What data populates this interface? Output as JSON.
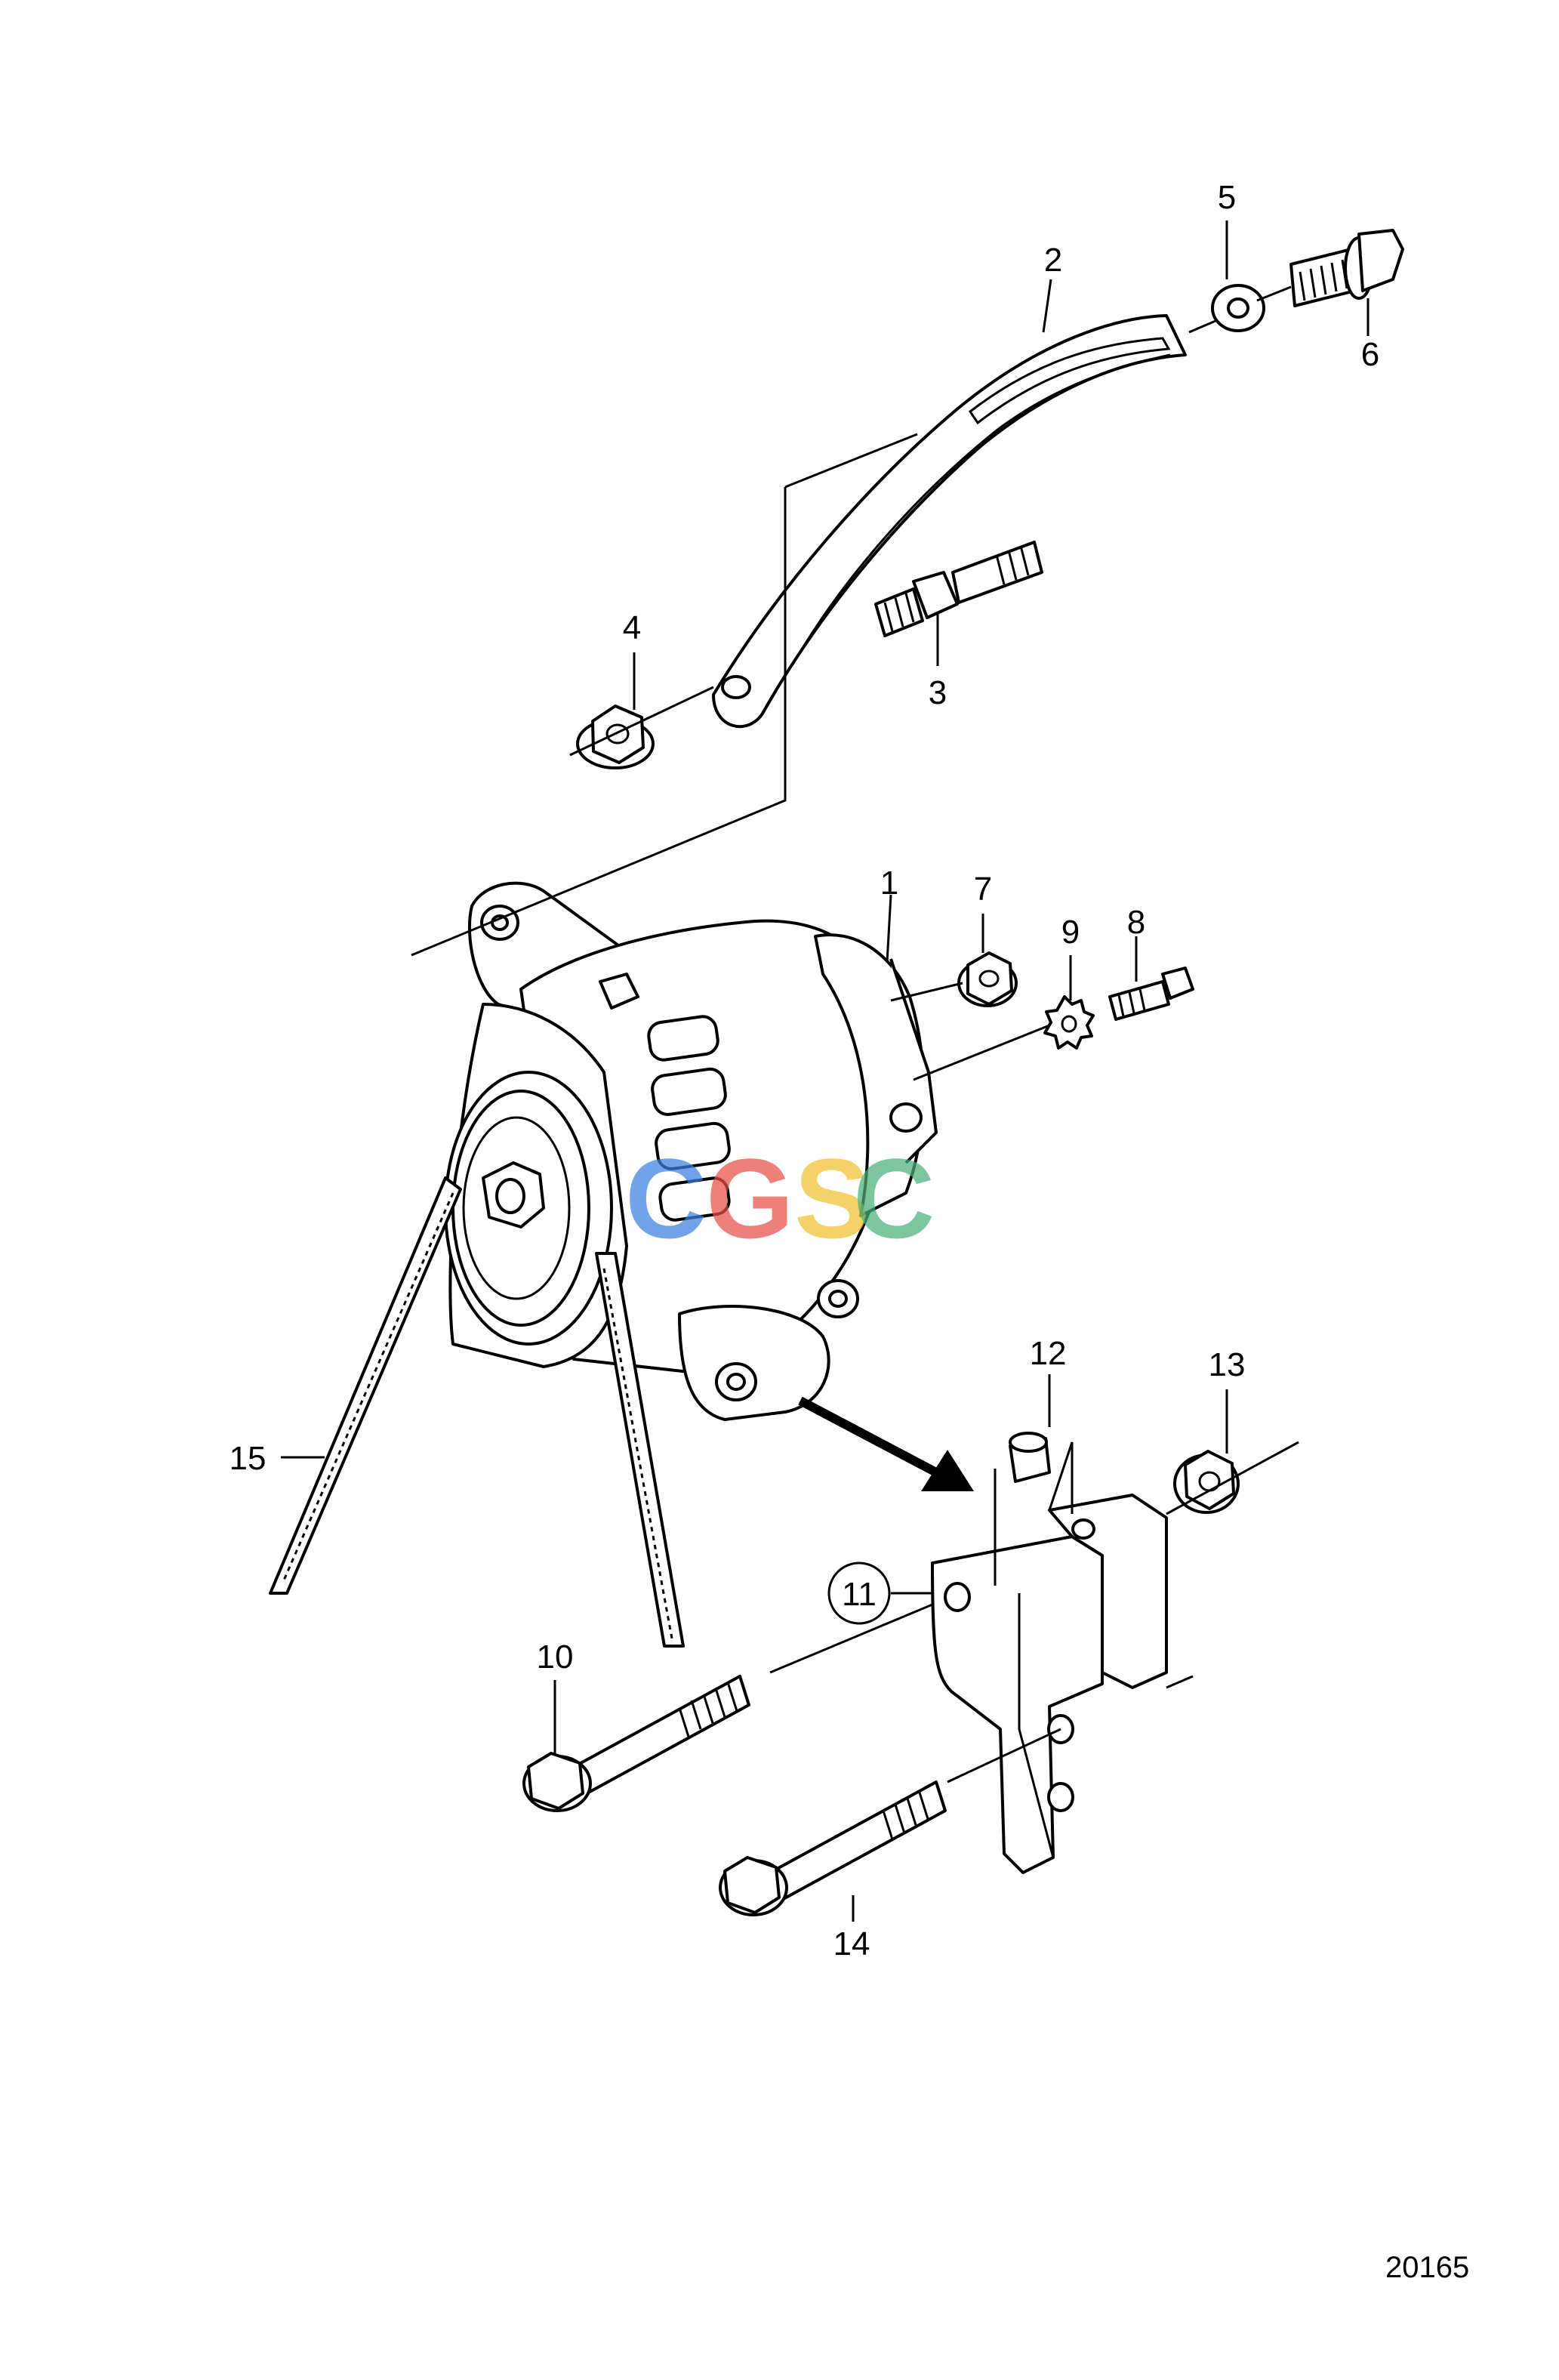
{
  "callouts": [
    {
      "id": "1",
      "label": "1"
    },
    {
      "id": "2",
      "label": "2"
    },
    {
      "id": "3",
      "label": "3"
    },
    {
      "id": "4",
      "label": "4"
    },
    {
      "id": "5",
      "label": "5"
    },
    {
      "id": "6",
      "label": "6"
    },
    {
      "id": "7",
      "label": "7"
    },
    {
      "id": "8",
      "label": "8"
    },
    {
      "id": "9",
      "label": "9"
    },
    {
      "id": "10",
      "label": "10"
    },
    {
      "id": "11",
      "label": "11"
    },
    {
      "id": "12",
      "label": "12"
    },
    {
      "id": "13",
      "label": "13"
    },
    {
      "id": "14",
      "label": "14"
    },
    {
      "id": "15",
      "label": "15"
    }
  ],
  "reference_number": "20165",
  "watermark": {
    "letters": [
      "C",
      "G",
      "S",
      "C"
    ],
    "colors": [
      "#3d7fe0",
      "#e8504a",
      "#f2c230",
      "#4caf7a"
    ]
  }
}
